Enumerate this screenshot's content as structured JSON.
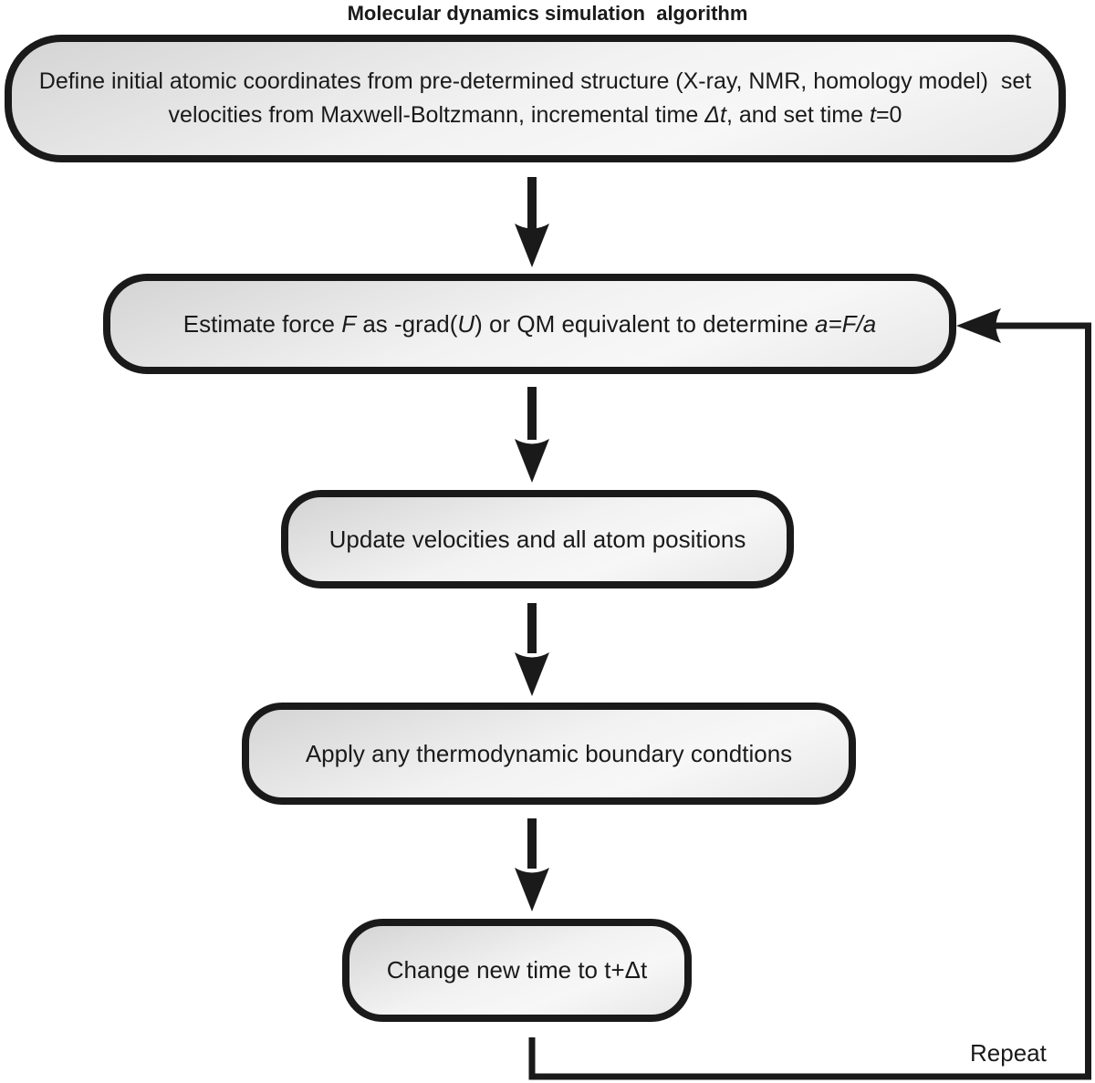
{
  "title": "Molecular dynamics simulation  algorithm",
  "colors": {
    "ink": "#1a1a1a",
    "box_fill_dark": "#d4d4d4",
    "box_fill_light": "#f2f2f2",
    "background": "#ffffff"
  },
  "nodes": {
    "define": {
      "seg1": "Define initial atomic coordinates from pre-determined structure (X-ray, NMR, homology model)  set velocities from Maxwell-Boltzmann, incremental time ",
      "seg2_italic": "Δt",
      "seg3": ", and set time ",
      "seg4_italic": "t",
      "seg5": "=0"
    },
    "estimate": {
      "seg1": "Estimate force ",
      "seg2_italic": "F",
      "seg3": " as -grad(",
      "seg4_italic": "U",
      "seg5": ") or QM equivalent to determine ",
      "seg6_italic": "a=F/a"
    },
    "update": {
      "text": "Update velocities and all atom positions"
    },
    "boundary": {
      "text": "Apply any thermodynamic boundary condtions"
    },
    "time": {
      "text": "Change new time to t+Δt"
    }
  },
  "labels": {
    "repeat": "Repeat"
  },
  "flow": {
    "sequence": [
      "define",
      "estimate",
      "update",
      "boundary",
      "time"
    ],
    "loop": {
      "from": "time",
      "to": "estimate",
      "label": "Repeat"
    }
  }
}
